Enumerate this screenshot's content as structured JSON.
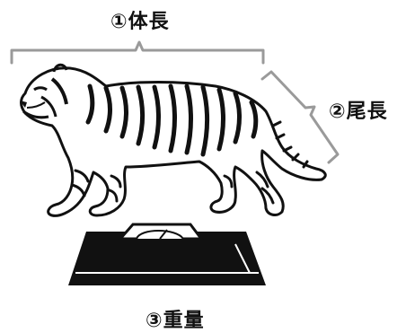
{
  "labels": {
    "body_length": "①体長",
    "tail_length": "②尾長",
    "weight": "③重量"
  },
  "colors": {
    "ink": "#111111",
    "bracket": "#9a9a9a",
    "background": "#ffffff"
  },
  "icons": {
    "animal": "tiger-icon",
    "scale": "scale-icon"
  }
}
